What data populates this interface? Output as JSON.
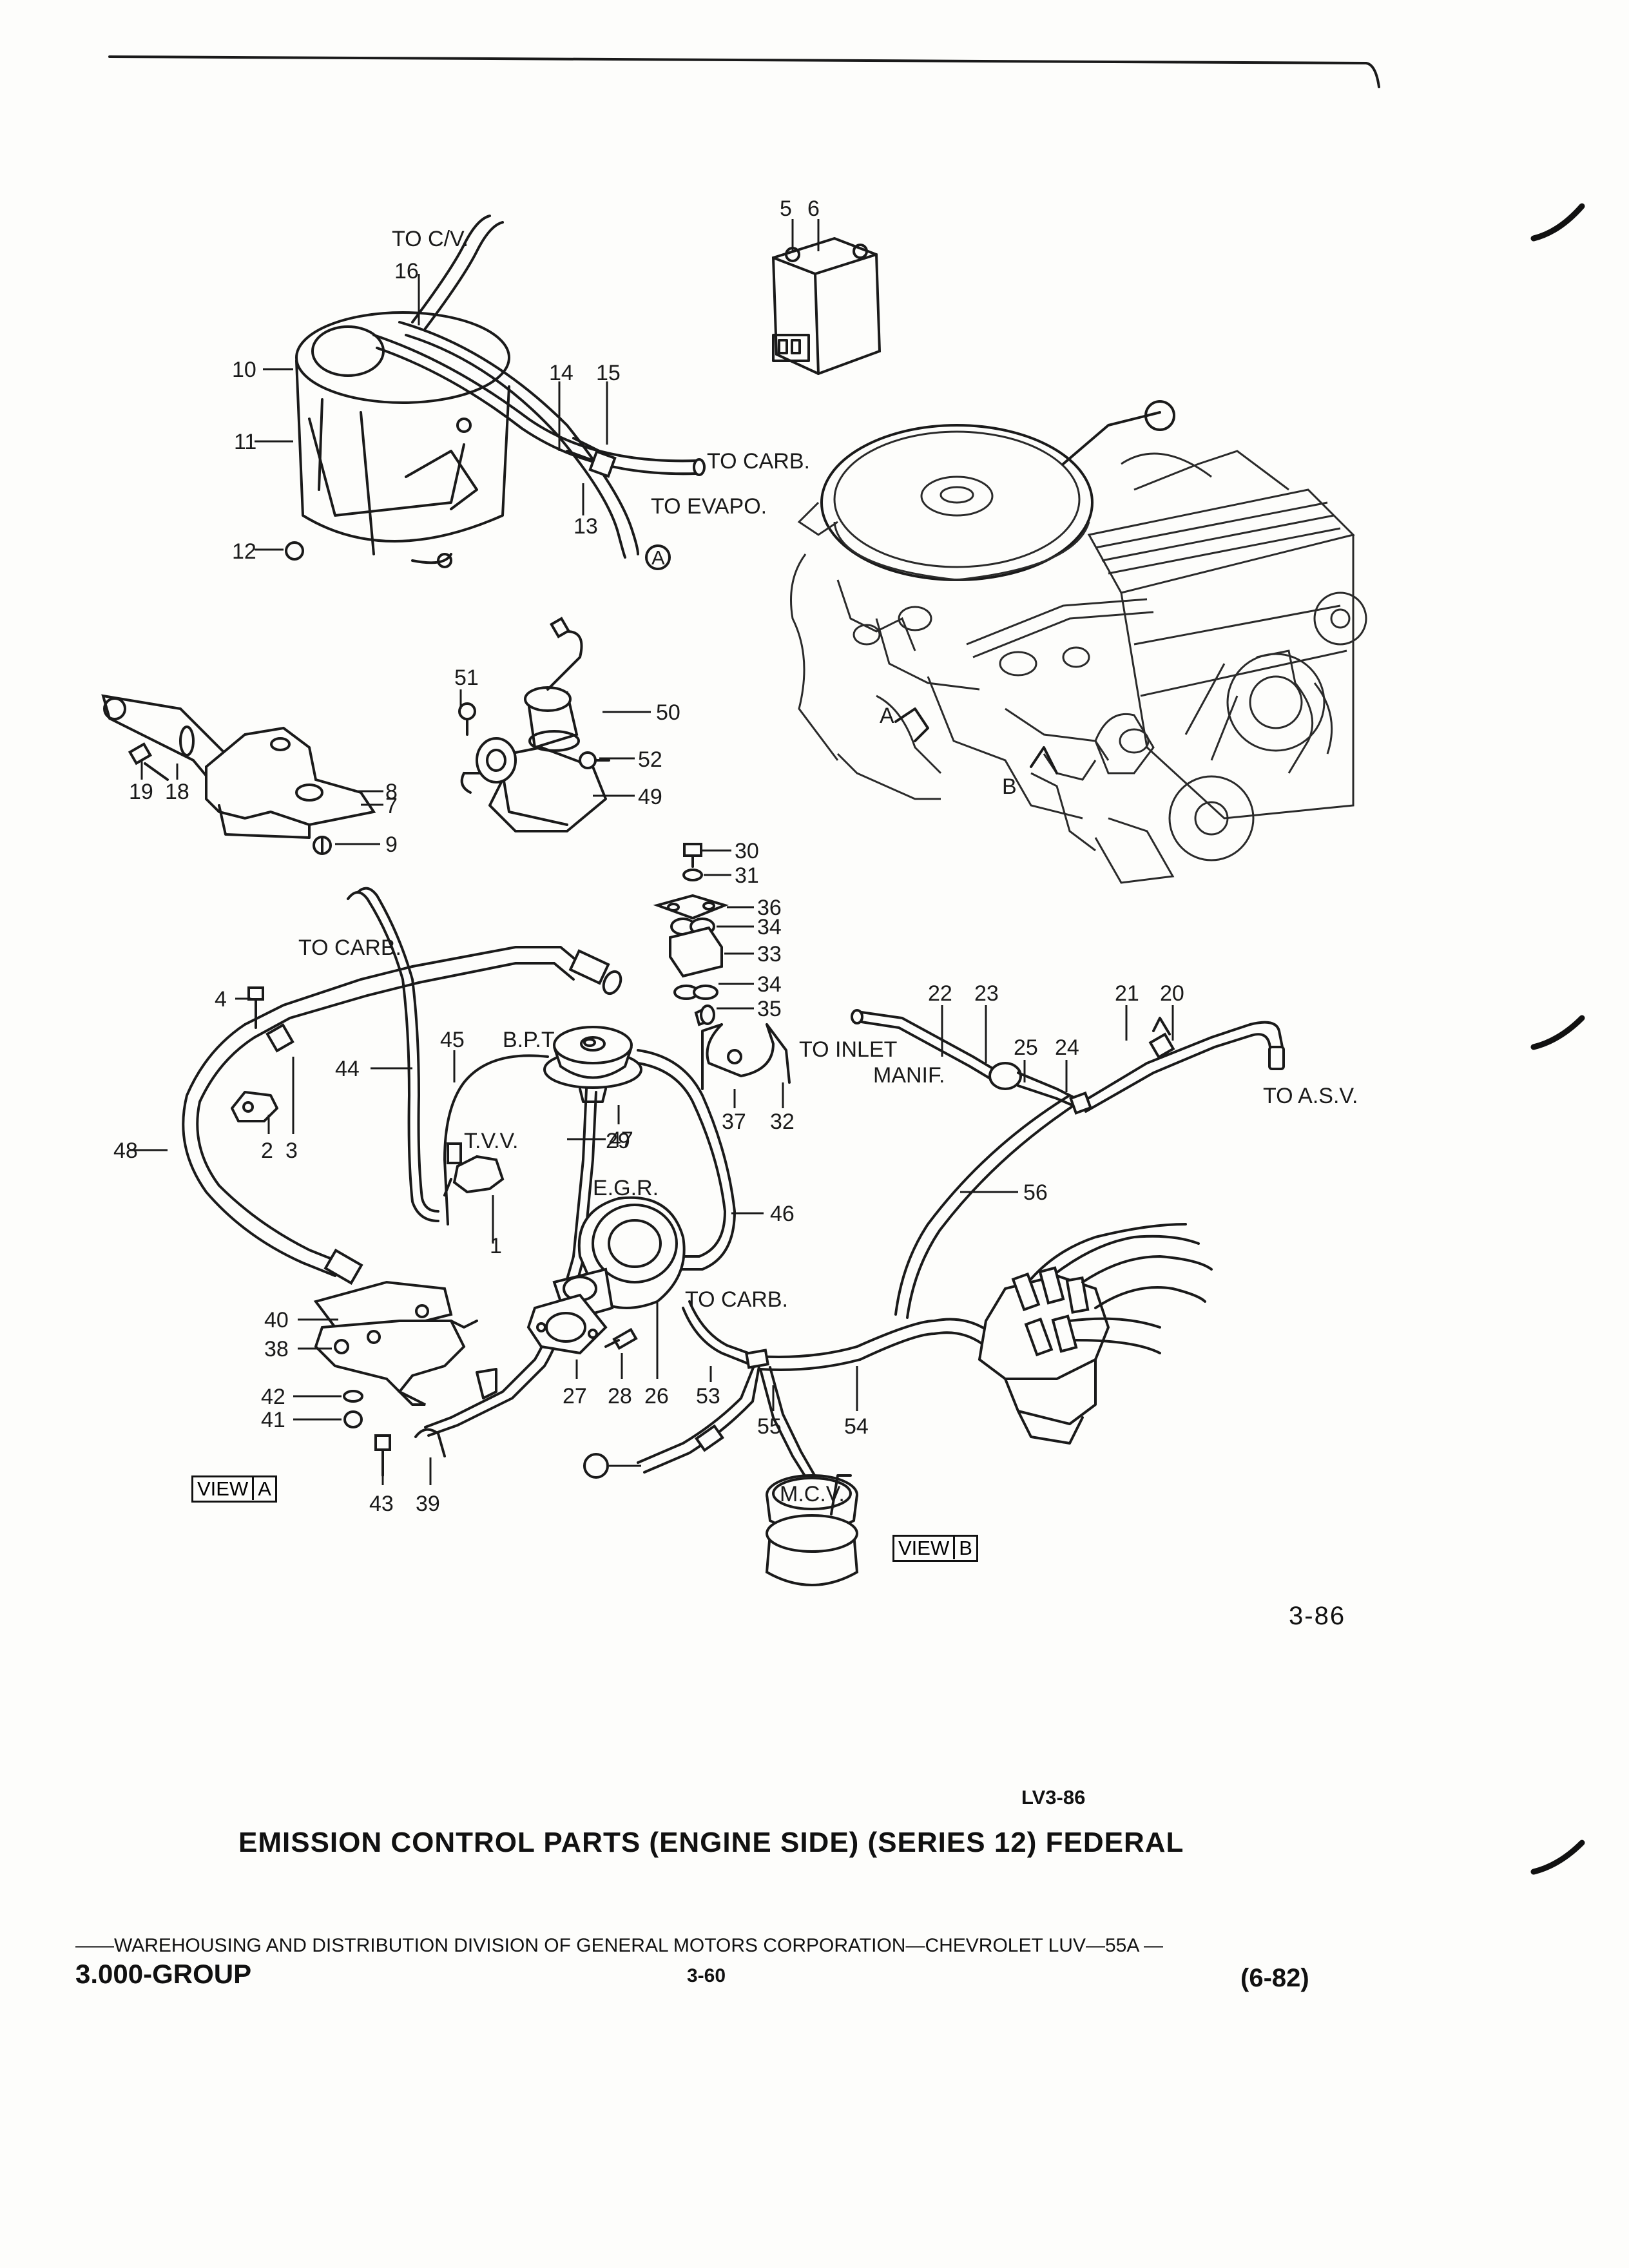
{
  "figure": {
    "ref": "3-86",
    "code": "LV3-86",
    "title": "EMISSION CONTROL PARTS (ENGINE SIDE) (SERIES 12) FEDERAL"
  },
  "footer": {
    "line": "WAREHOUSING AND DISTRIBUTION  DIVISION OF GENERAL MOTORS CORPORATION—CHEVROLET LUV—55A",
    "group": "3.000-GROUP",
    "page": "3-60",
    "date": "(6-82)"
  },
  "views": {
    "a": {
      "word": "VIEW",
      "letter": "A"
    },
    "b": {
      "word": "VIEW",
      "letter": "B"
    }
  },
  "annotations": {
    "to_cv": "TO C/V.",
    "to_carb_1": "TO CARB.",
    "to_evapo": "TO EVAPO.",
    "to_carb_2": "TO CARB.",
    "to_carb_3": "TO CARB.",
    "to_inlet": "TO INLET",
    "manif": "MANIF.",
    "to_asv": "TO A.S.V.",
    "bpt": "B.P.T",
    "tvv": "T.V.V.",
    "egr": "E.G.R.",
    "mcv": "M.C.V.",
    "circle_a": "A",
    "engine_a": "A",
    "engine_b": "B"
  },
  "callouts": {
    "n1": "1",
    "n2": "2",
    "n3": "3",
    "n4": "4",
    "n5": "5",
    "n6": "6",
    "n7": "7",
    "n8": "8",
    "n9": "9",
    "n10": "10",
    "n11": "11",
    "n12": "12",
    "n13": "13",
    "n14": "14",
    "n15": "15",
    "n16": "16",
    "n18": "18",
    "n19": "19",
    "n20": "20",
    "n21": "21",
    "n22": "22",
    "n23": "23",
    "n24": "24",
    "n25": "25",
    "n26": "26",
    "n27": "27",
    "n28": "28",
    "n29": "29",
    "n30": "30",
    "n31": "31",
    "n32": "32",
    "n33": "33",
    "n34a": "34",
    "n34b": "34",
    "n35": "35",
    "n36": "36",
    "n37": "37",
    "n38": "38",
    "n39": "39",
    "n40": "40",
    "n41": "41",
    "n42": "42",
    "n43": "43",
    "n44": "44",
    "n45": "45",
    "n46": "46",
    "n47": "47",
    "n48": "48",
    "n49": "49",
    "n50": "50",
    "n51": "51",
    "n52": "52",
    "n53": "53",
    "n54": "54",
    "n55": "55",
    "n56": "56"
  }
}
